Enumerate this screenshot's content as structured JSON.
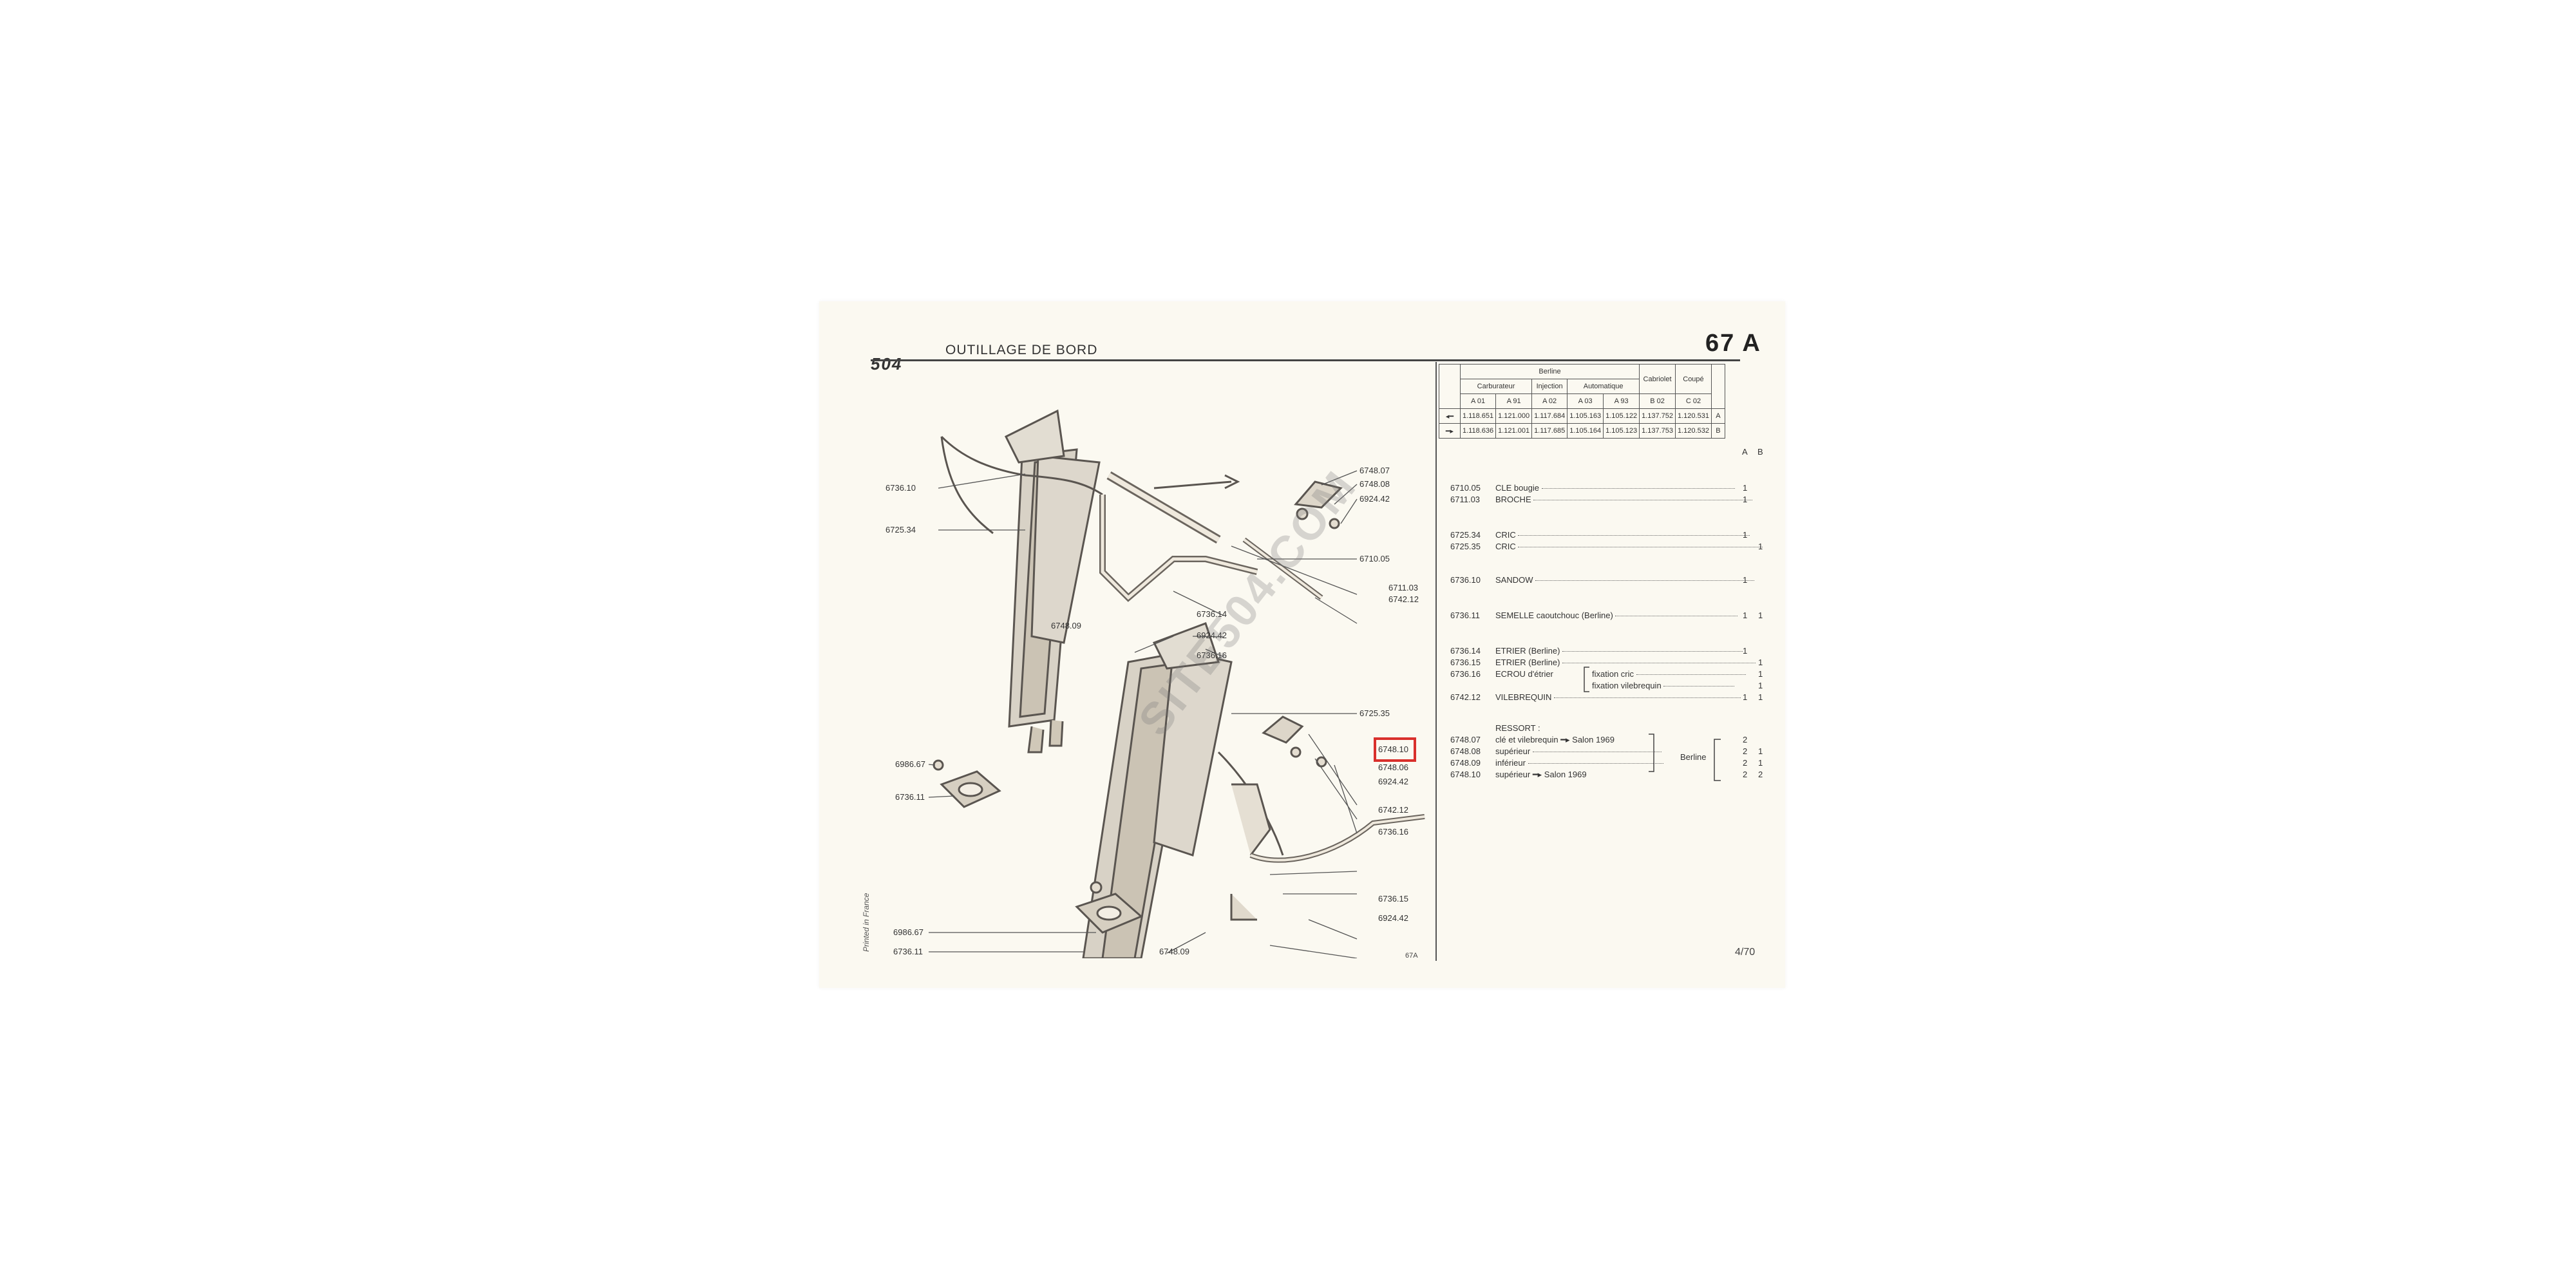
{
  "header": {
    "brand": "504",
    "title": "OUTILLAGE DE BORD",
    "page_ref": "67 A"
  },
  "footer": {
    "printed": "Printed in France",
    "fig_ref": "67A",
    "page": "4/70"
  },
  "watermark": "SITE504.COM",
  "callouts": {
    "c6748_07": "6748.07",
    "c6748_08": "6748.08",
    "c6924_42a": "6924.42",
    "c6736_10": "6736.10",
    "c6725_34": "6725.34",
    "c6710_05": "6710.05",
    "c6711_03": "6711.03",
    "c6742_12a": "6742.12",
    "c6736_14": "6736.14",
    "c6924_42b": "6924.42",
    "c6748_09a": "6748.09",
    "c6736_16a": "6736.16",
    "c6725_35": "6725.35",
    "c6986_67a": "6986.67",
    "c6736_11a": "6736.11",
    "c6748_10": "6748.10",
    "c6748_06": "6748.06",
    "c6924_42c": "6924.42",
    "c6742_12b": "6742.12",
    "c6736_16b": "6736.16",
    "c6736_15": "6736.15",
    "c6924_42d": "6924.42",
    "c6748_09b": "6748.09",
    "c6986_67b": "6986.67",
    "c6736_11b": "6736.11"
  },
  "table": {
    "berline": "Berline",
    "cabriolet": "Cabriolet",
    "coupe": "Coupé",
    "carburateur": "Carburateur",
    "injection": "Injection",
    "automatique": "Automatique",
    "codes": [
      "A 01",
      "A 91",
      "A 02",
      "A 03",
      "A 93",
      "B 02",
      "C 02"
    ],
    "row1": [
      "1.118.651",
      "1.121.000",
      "1.117.684",
      "1.105.163",
      "1.105.122",
      "1.137.752",
      "1.120.531",
      "A"
    ],
    "row2": [
      "1.118.636",
      "1.121.001",
      "1.117.685",
      "1.105.164",
      "1.105.123",
      "1.137.753",
      "1.120.532",
      "B"
    ],
    "col_a": "A",
    "col_b": "B"
  },
  "parts": {
    "p1": {
      "ref": "6710.05",
      "name": "CLE bougie",
      "qa": "1",
      "qb": ""
    },
    "p2": {
      "ref": "6711.03",
      "name": "BROCHE",
      "qa": "1",
      "qb": ""
    },
    "p3": {
      "ref": "6725.34",
      "name": "CRIC",
      "qa": "1",
      "qb": ""
    },
    "p4": {
      "ref": "6725.35",
      "name": "CRIC",
      "qa": "",
      "qb": "1"
    },
    "p5": {
      "ref": "6736.10",
      "name": "SANDOW",
      "qa": "1",
      "qb": ""
    },
    "p6": {
      "ref": "6736.11",
      "name": "SEMELLE caoutchouc (Berline)",
      "qa": "1",
      "qb": "1"
    },
    "p7": {
      "ref": "6736.14",
      "name": "ETRIER (Berline)",
      "qa": "1",
      "qb": ""
    },
    "p8": {
      "ref": "6736.15",
      "name": "ETRIER (Berline)",
      "qa": "",
      "qb": "1"
    },
    "p9": {
      "ref": "6736.16",
      "name": "ECROU d'étrier",
      "qa": "",
      "qb": "1"
    },
    "p9b": {
      "name": "fixation cric",
      "qa": "",
      "qb": "1"
    },
    "p9c": {
      "name": "fixation vilebrequin",
      "qa": "",
      "qb": "1"
    },
    "p10": {
      "ref": "6742.12",
      "name": "VILEBREQUIN",
      "qa": "1",
      "qb": "1"
    },
    "ressort": "RESSORT :",
    "r1": {
      "ref": "6748.07",
      "name": "clé et vilebrequin",
      "note": "Salon 1969",
      "qa": "2",
      "qb": ""
    },
    "r2": {
      "ref": "6748.08",
      "name": "supérieur",
      "qa": "2",
      "qb": "1"
    },
    "r3": {
      "ref": "6748.09",
      "name": "inférieur",
      "qa": "2",
      "qb": "1"
    },
    "r4": {
      "ref": "6748.10",
      "name": "supérieur",
      "note": "Salon 1969",
      "qa": "2",
      "qb": "2"
    },
    "berline_group": "Berline"
  }
}
